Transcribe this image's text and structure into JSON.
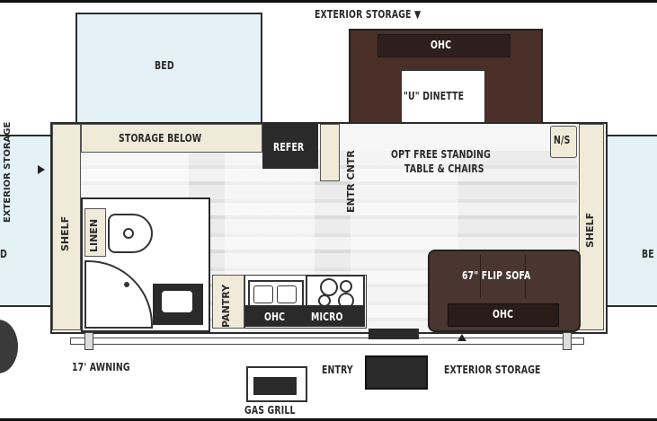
{
  "labels": {
    "bed_top": "BED",
    "exterior_storage_top": "EXTERIOR STORAGE ▼",
    "ohc_dinette": "OHC",
    "u_dinette": "\"U\" DINETTE",
    "storage_below": "STORAGE BELOW",
    "refer": "REFER",
    "entr_cntr": "ENTR CNTR",
    "opt_table_line1": "OPT FREE STANDING",
    "opt_table_line2": "TABLE & CHAIRS",
    "ns": "N/S",
    "exterior_storage_left": "EXTERIOR STORAGE",
    "shelf_left": "SHELF",
    "shelf_right": "SHELF",
    "linen": "LINEN",
    "pantry": "PANTRY",
    "ohc_kitchen": "OHC",
    "micro": "MICRO",
    "flip_sofa": "67\" FLIP SOFA",
    "ohc_sofa": "OHC",
    "left_edge": "D",
    "right_edge": "BE",
    "awning": "17' AWNING",
    "entry": "ENTRY",
    "exterior_storage_bottom": "EXTERIOR STORAGE",
    "gas_grill": "GAS GRILL"
  },
  "colors": {
    "bed": "#e4f1f7",
    "dinette": "#4a2e28",
    "sofa": "#4a3531",
    "shelf": "#f0ead8",
    "dark": "#2a2a2a"
  }
}
